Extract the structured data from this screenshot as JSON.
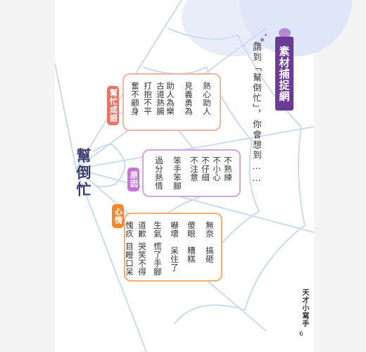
{
  "title": "素材捕捉網",
  "prompt": "請到「幫倒忙」，你會想到……",
  "center_label": "幫倒忙",
  "sections": [
    {
      "tag": "幫忙成語",
      "items": [
        "熱心助人",
        "見義勇為",
        "助人為樂",
        "古道熱腸",
        "打抱不平",
        "奮不顧身"
      ]
    },
    {
      "tag": "原因",
      "items": [
        "不熟練",
        "不小心",
        "不仔細",
        "不注意",
        "笨手笨腳",
        "過分熱情"
      ]
    },
    {
      "tag": "心情",
      "items": [
        "無奈",
        "搞砸",
        "傻眼",
        "糟糕",
        "嚇壞",
        "呆住了",
        "生氣",
        "慌了手腳",
        "道歉",
        "哭笑不得",
        "愧疚",
        "目瞪口呆"
      ]
    }
  ],
  "side_label": "天才小寫手",
  "page_number": "6"
}
